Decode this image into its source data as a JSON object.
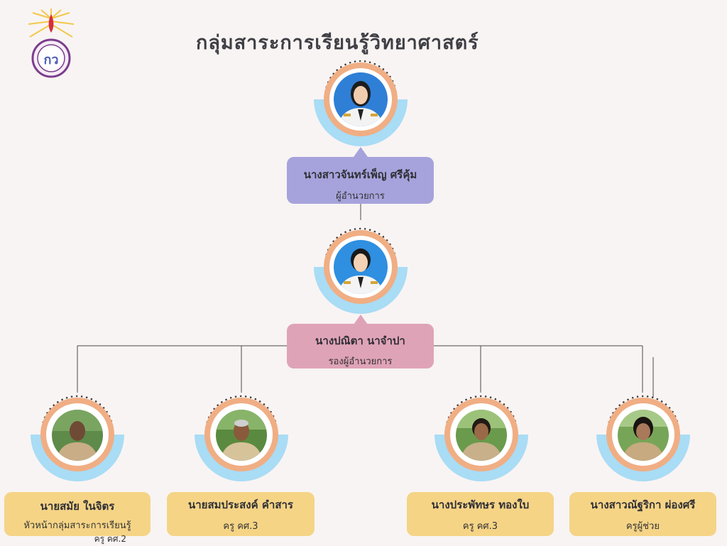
{
  "page": {
    "title": "กลุ่มสาระการเรียนรู้วิทยาศาสตร์",
    "logo_icon": "school-emblem-icon"
  },
  "colors": {
    "background": "#f8f4f3",
    "ring_orange": "#f0ae84",
    "ring_blue": "#a9dcf5",
    "director_card": "#a6a3dc",
    "deputy_card": "#dfa3b7",
    "staff_card": "#f5d486",
    "connector": "#4a4a4a"
  },
  "director": {
    "name": "นางสาวจันทร์เพ็ญ ศรีคุ้ม",
    "role": "ผู้อำนวยการ"
  },
  "deputy": {
    "name": "นางปณิตา นาจำปา",
    "role": "รองผู้อำนวยการ"
  },
  "staff": [
    {
      "name": "นายสมัย ในจิตร",
      "role": "หัวหน้ากลุ่มสาระการเรียนรู้",
      "role2": "ครู คศ.2"
    },
    {
      "name": "นายสมประสงค์ คำสาร",
      "role": "ครู คศ.3"
    },
    {
      "name": "นางประพัทษร ทองใบ",
      "role": "ครู คศ.3"
    },
    {
      "name": "นางสาวณัฐริกา ผ่องศรี",
      "role": "ครูผู้ช่วย"
    }
  ]
}
